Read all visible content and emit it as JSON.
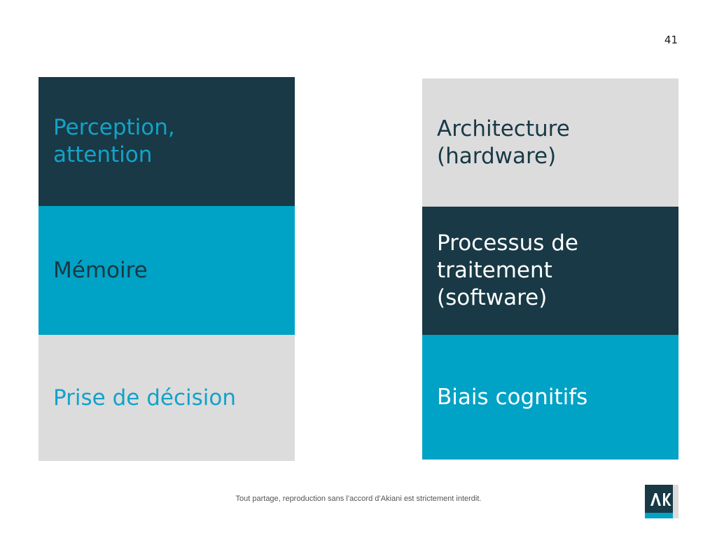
{
  "page_number": "41",
  "left_column": [
    {
      "text": "Perception,\nattention"
    },
    {
      "text": "Mémoire"
    },
    {
      "text": "Prise de décision"
    }
  ],
  "right_column": [
    {
      "text": "Architecture\n(hardware)"
    },
    {
      "text": "Processus de\ntraitement\n(software)"
    },
    {
      "text": "Biais cognitifs"
    }
  ],
  "footer": "Tout partage, reproduction sans l’accord d’Akiani est strictement interdit.",
  "logo": {
    "icon": "akiani-logo-icon",
    "colors": {
      "dark": "#183945",
      "light": "#00a2c5",
      "grey": "#dcdcdd"
    }
  }
}
